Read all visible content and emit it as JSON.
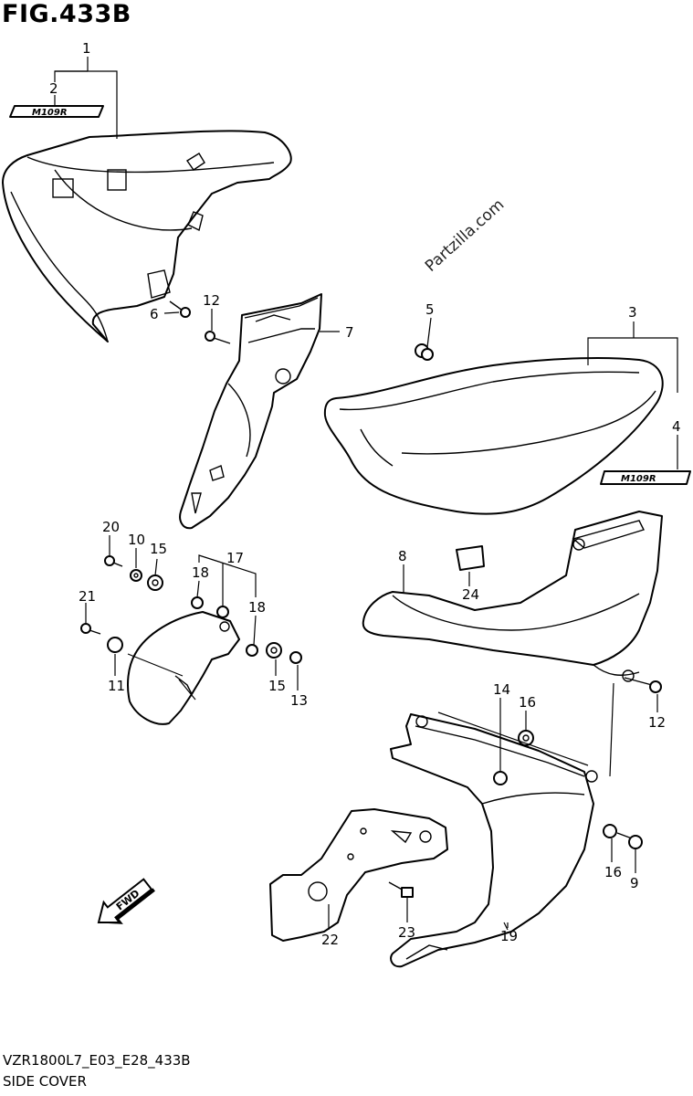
{
  "figure": {
    "title": "FIG.433B",
    "model_code": "VZR1800L7_E03_E28_433B",
    "section_name": "SIDE COVER",
    "watermark": "Partzilla.com",
    "fwd_label": "FWD",
    "emblem_text": "M109R"
  },
  "callouts": [
    {
      "id": "c1",
      "number": "1"
    },
    {
      "id": "c2",
      "number": "2"
    },
    {
      "id": "c3",
      "number": "3"
    },
    {
      "id": "c4",
      "number": "4"
    },
    {
      "id": "c5",
      "number": "5"
    },
    {
      "id": "c6",
      "number": "6"
    },
    {
      "id": "c7",
      "number": "7"
    },
    {
      "id": "c8",
      "number": "8"
    },
    {
      "id": "c9",
      "number": "9"
    },
    {
      "id": "c10",
      "number": "10"
    },
    {
      "id": "c11",
      "number": "11"
    },
    {
      "id": "c12a",
      "number": "12"
    },
    {
      "id": "c12b",
      "number": "12"
    },
    {
      "id": "c13",
      "number": "13"
    },
    {
      "id": "c14",
      "number": "14"
    },
    {
      "id": "c15a",
      "number": "15"
    },
    {
      "id": "c15b",
      "number": "15"
    },
    {
      "id": "c16a",
      "number": "16"
    },
    {
      "id": "c16b",
      "number": "16"
    },
    {
      "id": "c17",
      "number": "17"
    },
    {
      "id": "c18a",
      "number": "18"
    },
    {
      "id": "c18b",
      "number": "18"
    },
    {
      "id": "c19",
      "number": "19"
    },
    {
      "id": "c20",
      "number": "20"
    },
    {
      "id": "c21",
      "number": "21"
    },
    {
      "id": "c22",
      "number": "22"
    },
    {
      "id": "c23",
      "number": "23"
    },
    {
      "id": "c24",
      "number": "24"
    }
  ]
}
